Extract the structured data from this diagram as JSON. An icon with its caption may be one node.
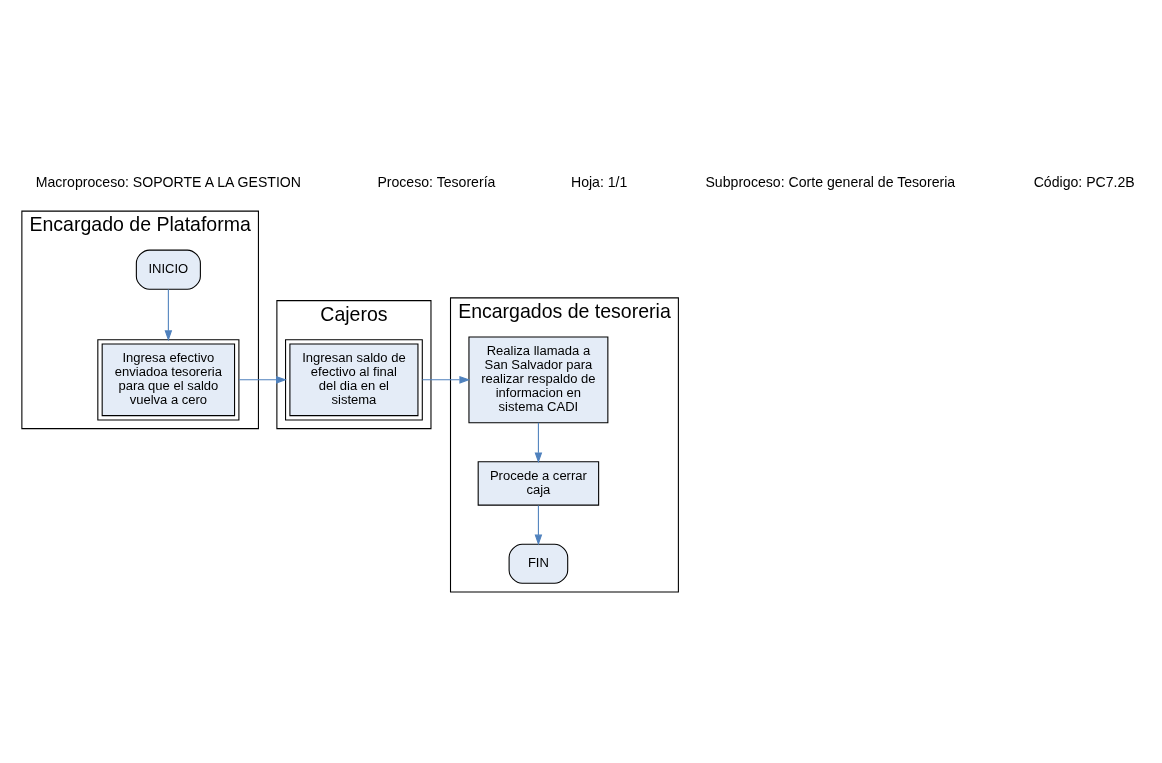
{
  "diagram": {
    "nodes": [
      {
        "text": [
          "Encargado de Plataforma"
        ]
      },
      {
        "text": [
          "Cajeros"
        ]
      },
      {
        "text": [
          "Encargados de tesoreria"
        ]
      },
      {
        "text": [
          "INICIO"
        ],
        "in": 0
      },
      {
        "text": [
          "Ingresa efectivo enviadoa tesoreria para que el saldo vuelva a cero"
        ],
        "in": 0
      },
      {
        "text": [
          "Ingresan saldo de efectivo al final del dia en el sistema"
        ],
        "in": 1
      },
      {
        "text": [
          "Realiza llamada a San Salvador para realizar respaldo de informacion en sistema CADI"
        ],
        "in": 2
      },
      {
        "text": [
          "Procede a cerrar caja"
        ],
        "in": 2
      },
      {
        "text": [
          "FIN"
        ],
        "in": 2
      }
    ],
    "edges": [
      {
        "from": 3,
        "to": 4,
        "arrow": "to"
      },
      {
        "from": 4,
        "to": 5,
        "arrow": "to"
      },
      {
        "from": 5,
        "to": 6,
        "arrow": "to"
      },
      {
        "from": 6,
        "to": 7,
        "arrow": "to"
      },
      {
        "from": 7,
        "to": 8,
        "arrow": "to"
      }
    ],
    "labels": [
      "Macroproceso: SOPORTE A LA GESTION",
      "Proceso: Tesorería",
      "Hoja: 1/1",
      "Subproceso: Corte general de Tesoreria",
      "Código: PC7.2B"
    ]
  }
}
